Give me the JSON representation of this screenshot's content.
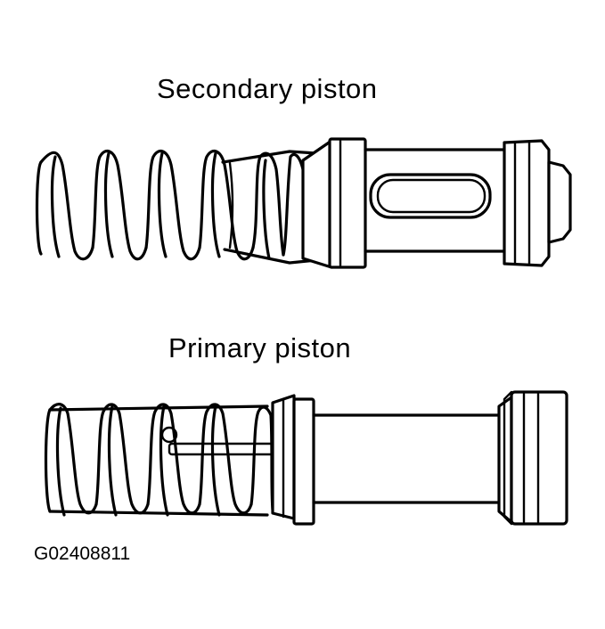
{
  "diagram": {
    "secondary_title": "Secondary piston",
    "primary_title": "Primary piston",
    "figure_code": "G02408811"
  }
}
